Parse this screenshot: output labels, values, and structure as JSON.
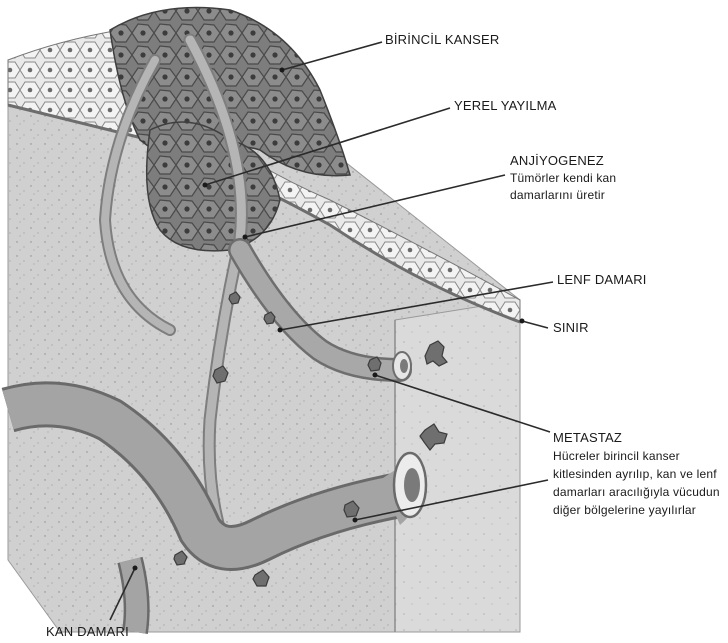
{
  "labels": {
    "primary_cancer": "BİRİNCİL KANSER",
    "local_spread": "YEREL YAYILMA",
    "angiogenesis": {
      "title": "ANJİYOGENEZ",
      "desc_line1": "Tümörler kendi kan",
      "desc_line2": "damarlarını üretir"
    },
    "lymph_vessel": "LENF DAMARI",
    "border": "SINIR",
    "metastasis": {
      "title": "METASTAZ",
      "desc_line1": "Hücreler birincil kanser",
      "desc_line2": "kitlesinden ayrılıp, kan ve lenf",
      "desc_line3": "damarları aracılığıyla vücudun",
      "desc_line4": "diğer bölgelerine yayılırlar"
    },
    "blood_vessel": "KAN DAMARI"
  },
  "colors": {
    "tissue": "#c9c9c9",
    "tissue_side": "#d6d6d6",
    "vessel": "#a9a9a9",
    "vessel_dark": "#7a7a7a",
    "tumor": "#6e6e6e",
    "tumor_dark": "#4d4d4d",
    "epithelium": "#eeeeee",
    "leader": "#2b2b2b"
  }
}
